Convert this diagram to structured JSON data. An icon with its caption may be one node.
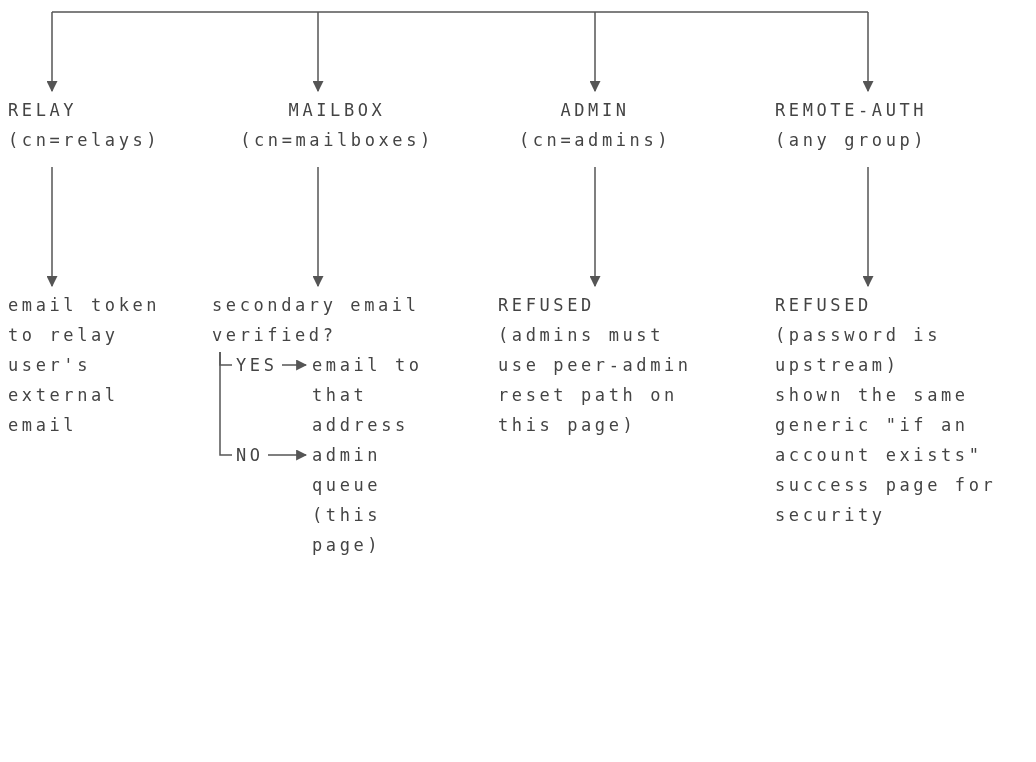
{
  "diagram": {
    "nodes": [
      {
        "text": [
          "RELAY",
          "(cn=relays)"
        ]
      },
      {
        "text": [
          "MAILBOX",
          "(cn=mailboxes)"
        ]
      },
      {
        "text": [
          "ADMIN",
          "(cn=admins)"
        ]
      },
      {
        "text": [
          "REMOTE-AUTH",
          "(any group)"
        ]
      },
      {
        "text": [
          "email token to relay user's external email"
        ]
      },
      {
        "text": [
          "secondary email verified?"
        ]
      },
      {
        "text": [
          "email to that address"
        ]
      },
      {
        "text": [
          "admin queue (this page)"
        ]
      },
      {
        "text": [
          "REFUSED",
          "(admins must use peer-admin reset path on this page)"
        ]
      },
      {
        "text": [
          "REFUSED",
          "(password is upstream)",
          "shown the same generic \"if an account exists\" success page for security"
        ]
      }
    ],
    "edges": [
      {
        "from": null,
        "to": 0,
        "arrow": "to"
      },
      {
        "from": null,
        "to": 1,
        "arrow": "to"
      },
      {
        "from": null,
        "to": 2,
        "arrow": "to"
      },
      {
        "from": null,
        "to": 3,
        "arrow": "to"
      },
      {
        "from": 0,
        "to": 4,
        "arrow": "to"
      },
      {
        "from": 1,
        "to": 5,
        "arrow": "to"
      },
      {
        "from": 2,
        "to": 8,
        "arrow": "to"
      },
      {
        "from": 3,
        "to": 9,
        "arrow": "to"
      },
      {
        "from": 5,
        "to": 6,
        "arrow": "to",
        "label": "YES"
      },
      {
        "from": 5,
        "to": 7,
        "arrow": "to",
        "label": "NO"
      }
    ]
  }
}
